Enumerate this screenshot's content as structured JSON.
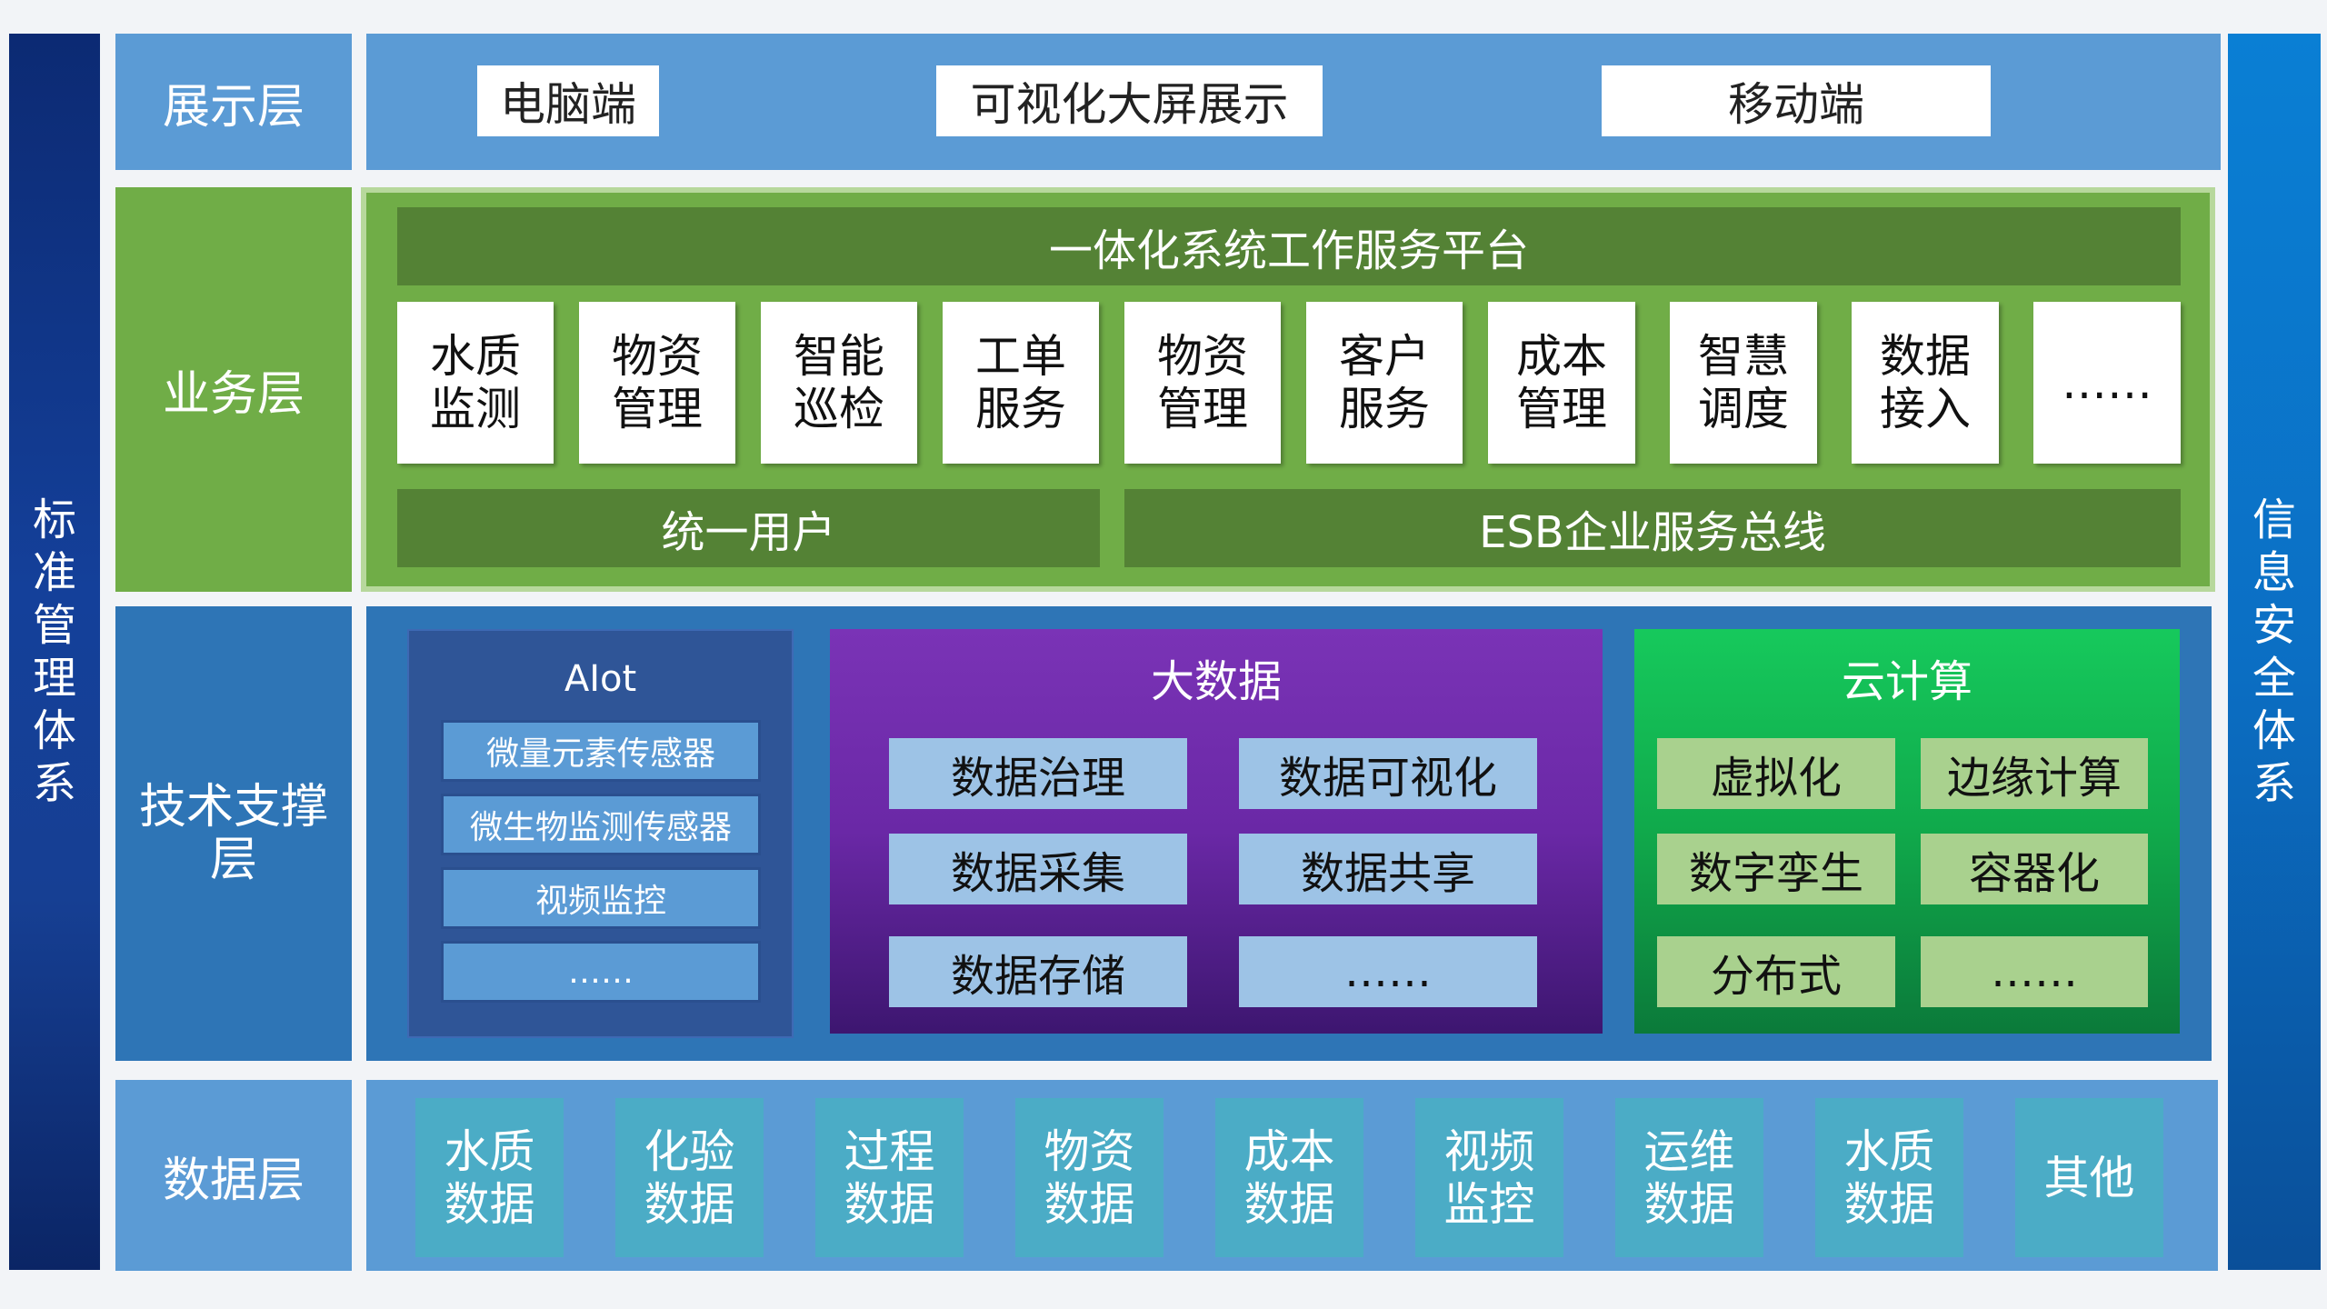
{
  "left_bar": [
    "标",
    "准",
    "管",
    "理",
    "体",
    "系"
  ],
  "right_bar": [
    "信",
    "息",
    "安",
    "全",
    "体",
    "系"
  ],
  "display_layer": {
    "label": "展示层",
    "items": [
      "电脑端",
      "可视化大屏展示",
      "移动端"
    ]
  },
  "business_layer": {
    "label": "业务层",
    "platform": "一体化系统工作服务平台",
    "cards": [
      [
        "水质",
        "监测"
      ],
      [
        "物资",
        "管理"
      ],
      [
        "智能",
        "巡检"
      ],
      [
        "工单",
        "服务"
      ],
      [
        "物资",
        "管理"
      ],
      [
        "客户",
        "服务"
      ],
      [
        "成本",
        "管理"
      ],
      [
        "智慧",
        "调度"
      ],
      [
        "数据",
        "接入"
      ],
      [
        "……",
        ""
      ]
    ],
    "unified_user": "统一用户",
    "esb": "ESB企业服务总线"
  },
  "tech_layer": {
    "label_line1": "技术支撑",
    "label_line2": "层",
    "aiot": {
      "title": "AIot",
      "items": [
        "微量元素传感器",
        "微生物监测传感器",
        "视频监控",
        "……"
      ]
    },
    "bigdata": {
      "title": "大数据",
      "items": [
        "数据治理",
        "数据可视化",
        "数据采集",
        "数据共享",
        "数据存储",
        "……"
      ]
    },
    "cloud": {
      "title": "云计算",
      "items": [
        "虚拟化",
        "边缘计算",
        "数字孪生",
        "容器化",
        "分布式",
        "……"
      ]
    }
  },
  "data_layer": {
    "label": "数据层",
    "cards": [
      [
        "水质",
        "数据"
      ],
      [
        "化验",
        "数据"
      ],
      [
        "过程",
        "数据"
      ],
      [
        "物资",
        "数据"
      ],
      [
        "成本",
        "数据"
      ],
      [
        "视频",
        "监控"
      ],
      [
        "运维",
        "数据"
      ],
      [
        "水质",
        "数据"
      ],
      [
        "其他",
        ""
      ]
    ]
  }
}
